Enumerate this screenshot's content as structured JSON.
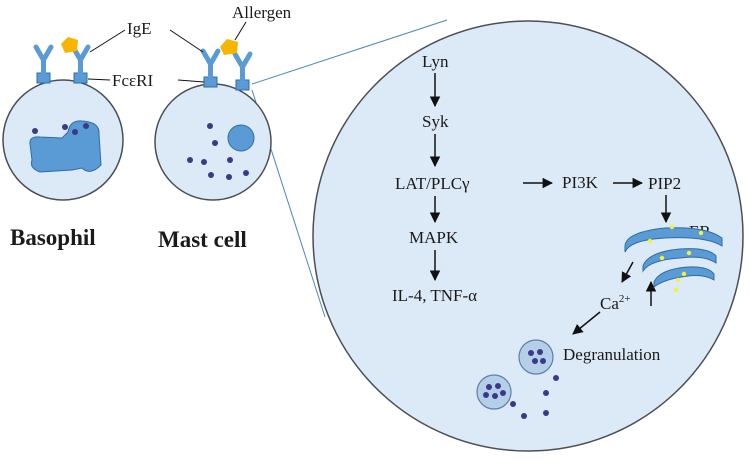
{
  "labels": {
    "ige": "IgE",
    "allergen": "Allergen",
    "fceri": "FcεRI",
    "basophil": "Basophil",
    "mast_cell": "Mast cell"
  },
  "pathway": {
    "lyn": "Lyn",
    "syk": "Syk",
    "lat_plc": "LAT/PLCγ",
    "pi3k": "PI3K",
    "pip2": "PIP2",
    "mapk": "MAPK",
    "cytokines": "IL-4, TNF-α",
    "er": "ER",
    "calcium": "Ca",
    "calcium_sup": "2+",
    "degranulation": "Degranulation"
  },
  "colors": {
    "cell_fill": "#dce9f6",
    "cell_stroke": "#4a4f55",
    "receptor": "#5b9bd5",
    "receptor_dark": "#2e6ca4",
    "allergen": "#f7b500",
    "granule": "#3b3a8a",
    "ca_dot": "#f2f23a"
  }
}
